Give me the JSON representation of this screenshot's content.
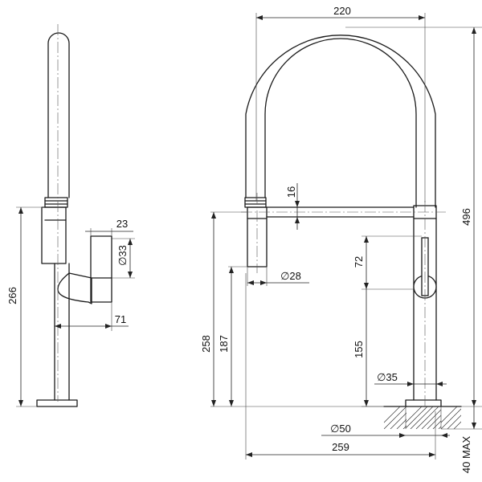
{
  "dimensions": {
    "width_220": "220",
    "height_496": "496",
    "gap_16": "16",
    "handle_23": "23",
    "dia_33": "∅33",
    "height_266": "266",
    "reach_71": "71",
    "dia_28": "∅28",
    "height_72": "72",
    "height_258": "258",
    "height_187": "187",
    "height_155": "155",
    "dia_35": "∅35",
    "dia_50": "∅50",
    "width_259": "259",
    "max_40": "40 MAX"
  }
}
